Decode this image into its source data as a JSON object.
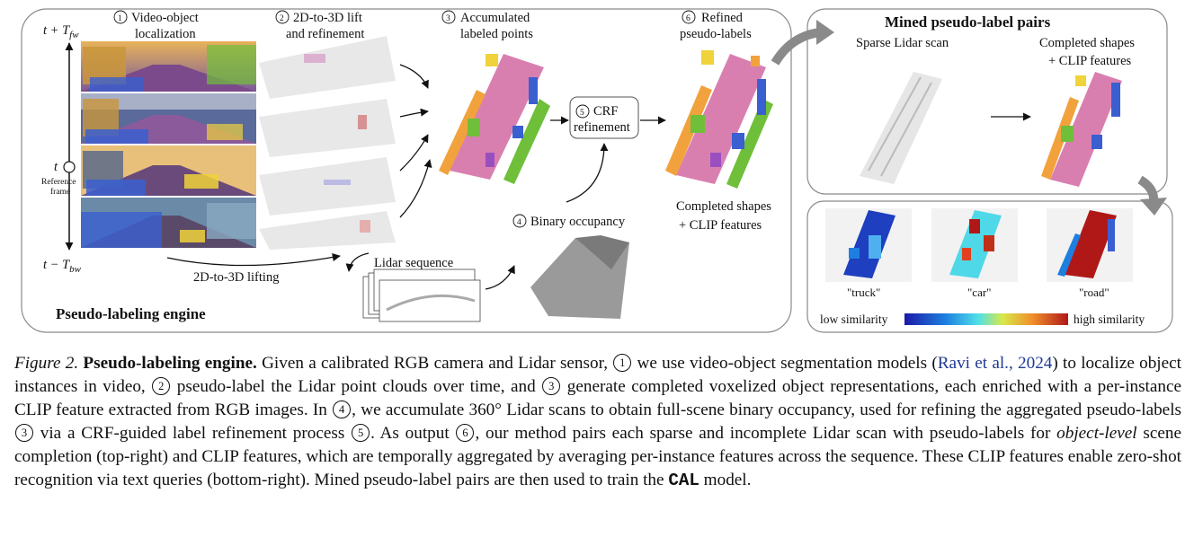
{
  "figure": {
    "engine_title": "Pseudo-labeling engine",
    "time_top": "t + T",
    "time_top_sub": "fw",
    "time_mid": "t",
    "ref_line1": "Reference",
    "ref_line2": "frame",
    "time_bottom": "t − T",
    "time_bottom_sub": "bw",
    "step1_num": "1",
    "step1_line1": "Video-object",
    "step1_line2": "localization",
    "step2_num": "2",
    "step2_line1": "2D-to-3D lift",
    "step2_line2": "and refinement",
    "step3_num": "3",
    "step3_line1": "Accumulated",
    "step3_line2": "labeled points",
    "step4_num": "4",
    "step4_label": "Binary occupancy",
    "step5_num": "5",
    "step5_line1": "CRF",
    "step5_line2": "refinement",
    "step6_num": "6",
    "step6_line1": "Refined",
    "step6_line2": "pseudo-labels",
    "completed_line1": "Completed shapes",
    "completed_line2": "+ CLIP features",
    "lifting_label": "2D-to-3D lifting",
    "lidar_seq_label": "Lidar sequence",
    "mined_title": "Mined pseudo-label pairs",
    "sparse_label": "Sparse Lidar scan",
    "mined_completed_line1": "Completed shapes",
    "mined_completed_line2": "+ CLIP features",
    "queries": [
      "\"truck\"",
      "\"car\"",
      "\"road\""
    ],
    "low_sim": "low similarity",
    "high_sim": "high similarity"
  },
  "caption": {
    "fig_id": "Figure 2.",
    "title": "Pseudo-labeling engine.",
    "t1": " Given a calibrated RGB camera and Lidar sensor, ",
    "c1": "1",
    "t2": " we use video-object segmentation models (",
    "cite": "Ravi et al., 2024",
    "t3": ") to localize object instances in video, ",
    "c2": "2",
    "t4": " pseudo-label the Lidar point clouds over time, and ",
    "c3": "3",
    "t5": " generate completed voxelized object representations, each enriched with a per-instance CLIP feature extracted from RGB images. In ",
    "c4": "4",
    "t6": ", we accumulate 360° Lidar scans to obtain full-scene binary occupancy, used for refining the aggregated pseudo-labels ",
    "c5": "3",
    "t7": " via a CRF-guided label refinement process ",
    "c6": "5",
    "t8": ". As output ",
    "c7": "6",
    "t9": ", our method pairs each sparse and incomplete Lidar scan with pseudo-labels for ",
    "em": "object-level",
    "t10": " scene completion (top-right) and CLIP features, which are temporally aggregated by averaging per-instance features across the sequence. These CLIP features enable zero-shot recognition via text queries (bottom-right). Mined pseudo-label pairs are then used to train the ",
    "model": "CAL",
    "t11": " model."
  },
  "colors": {
    "road": "#d97fb0",
    "sidewalk": "#9a4fc0",
    "building": "#f2a23c",
    "vegetation": "#6fbf3a",
    "car": "#3a5fd0",
    "pole": "#f0d23a",
    "arrow": "#111111",
    "panel_border": "#8a8a8a",
    "sim_low": "#1a1aa8",
    "sim_high": "#b01818"
  }
}
